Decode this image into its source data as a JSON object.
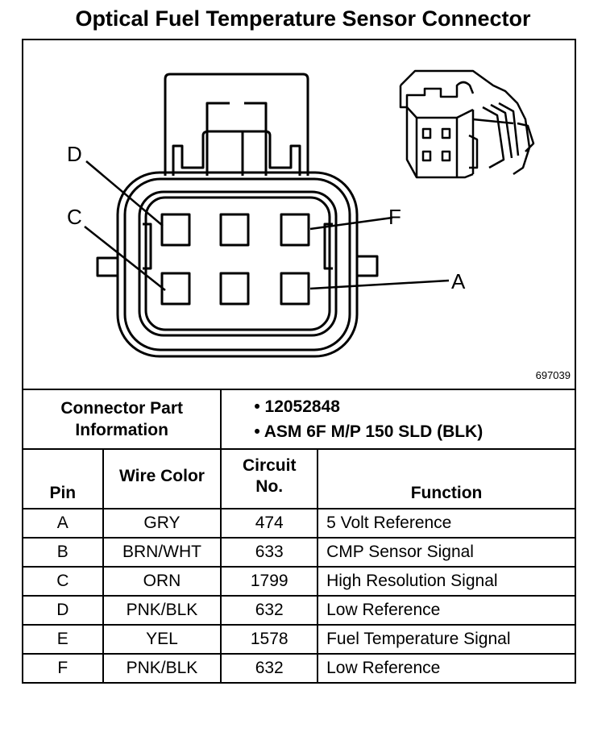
{
  "title": "Optical Fuel Temperature Sensor Connector",
  "figure_number": "697039",
  "pin_callouts": [
    "D",
    "C",
    "F",
    "A"
  ],
  "connector_info": {
    "label": "Connector Part Information",
    "values": [
      "• 12052848",
      "• ASM 6F M/P 150 SLD (BLK)"
    ]
  },
  "table": {
    "headers": {
      "pin": "Pin",
      "wire_color": "Wire Color",
      "circuit": "Circuit No.",
      "function": "Function"
    },
    "rows": [
      {
        "pin": "A",
        "wire_color": "GRY",
        "circuit": "474",
        "function": "5 Volt Reference"
      },
      {
        "pin": "B",
        "wire_color": "BRN/WHT",
        "circuit": "633",
        "function": "CMP Sensor Signal"
      },
      {
        "pin": "C",
        "wire_color": "ORN",
        "circuit": "1799",
        "function": "High Resolution Signal"
      },
      {
        "pin": "D",
        "wire_color": "PNK/BLK",
        "circuit": "632",
        "function": "Low Reference"
      },
      {
        "pin": "E",
        "wire_color": "YEL",
        "circuit": "1578",
        "function": "Fuel Temperature Signal"
      },
      {
        "pin": "F",
        "wire_color": "PNK/BLK",
        "circuit": "632",
        "function": "Low Reference"
      }
    ]
  }
}
